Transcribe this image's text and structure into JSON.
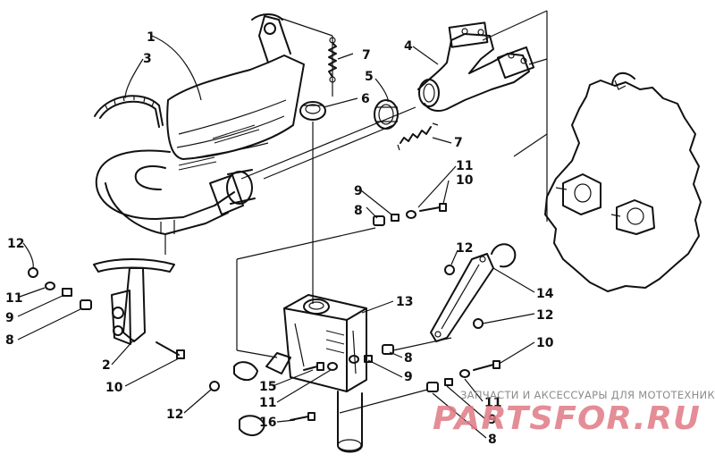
{
  "callouts": [
    {
      "id": "c1a",
      "text": "1"
    },
    {
      "id": "c3",
      "text": "3"
    },
    {
      "id": "c7a",
      "text": "7"
    },
    {
      "id": "c4",
      "text": "4"
    },
    {
      "id": "c5",
      "text": "5"
    },
    {
      "id": "c6",
      "text": "6"
    },
    {
      "id": "c7b",
      "text": "7"
    },
    {
      "id": "c11a",
      "text": "11"
    },
    {
      "id": "c9a",
      "text": "9"
    },
    {
      "id": "c10a",
      "text": "10"
    },
    {
      "id": "c8a",
      "text": "8"
    },
    {
      "id": "c12a",
      "text": "12"
    },
    {
      "id": "c12b",
      "text": "12"
    },
    {
      "id": "c11b",
      "text": "11"
    },
    {
      "id": "c14",
      "text": "14"
    },
    {
      "id": "c9b",
      "text": "9"
    },
    {
      "id": "c13",
      "text": "13"
    },
    {
      "id": "c12c",
      "text": "12"
    },
    {
      "id": "c8b",
      "text": "8"
    },
    {
      "id": "c10b",
      "text": "10"
    },
    {
      "id": "c2",
      "text": "2"
    },
    {
      "id": "c8c",
      "text": "8"
    },
    {
      "id": "c10c",
      "text": "10"
    },
    {
      "id": "c15",
      "text": "15"
    },
    {
      "id": "c9c",
      "text": "9"
    },
    {
      "id": "c11c",
      "text": "11"
    },
    {
      "id": "c12d",
      "text": "12"
    },
    {
      "id": "c16",
      "text": "16"
    },
    {
      "id": "c11d",
      "text": "11"
    },
    {
      "id": "c9d",
      "text": "9"
    },
    {
      "id": "c8d",
      "text": "8"
    }
  ],
  "watermark": {
    "tagline": "ЗАПЧАСТИ И АКСЕССУАРЫ ДЛЯ МОТОТЕХНИКИ",
    "brand": "PARTSFOR.RU"
  },
  "colors": {
    "line": "#111111",
    "watermark_text": "#8c8c8c",
    "watermark_brand": "#e07a84"
  }
}
